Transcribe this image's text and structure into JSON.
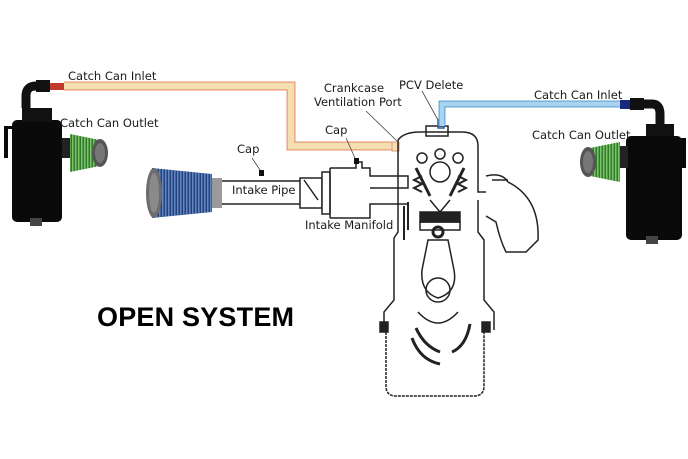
{
  "title": "OPEN SYSTEM",
  "labels": {
    "left_inlet": "Catch Can Inlet",
    "left_outlet": "Catch Can Outlet",
    "cap_intake": "Cap",
    "intake_pipe": "Intake Pipe",
    "cap_manifold": "Cap",
    "crankcase_line1": "Crankcase",
    "crankcase_line2": "Ventilation Port",
    "pcv_delete": "PCV Delete",
    "intake_manifold": "Intake Manifold",
    "right_inlet": "Catch Can Inlet",
    "right_outlet": "Catch Can Outlet"
  },
  "colors": {
    "left_hose_fill": "#f5deb0",
    "left_hose_edge": "#e89a78",
    "right_hose_fill": "#a8d4f0",
    "right_hose_edge": "#6aa8d8",
    "catch_can": "#0a0a0a",
    "breather_filter": "#3f8f3a",
    "intake_filter": "#2f4f8f",
    "line_art": "#222222"
  }
}
